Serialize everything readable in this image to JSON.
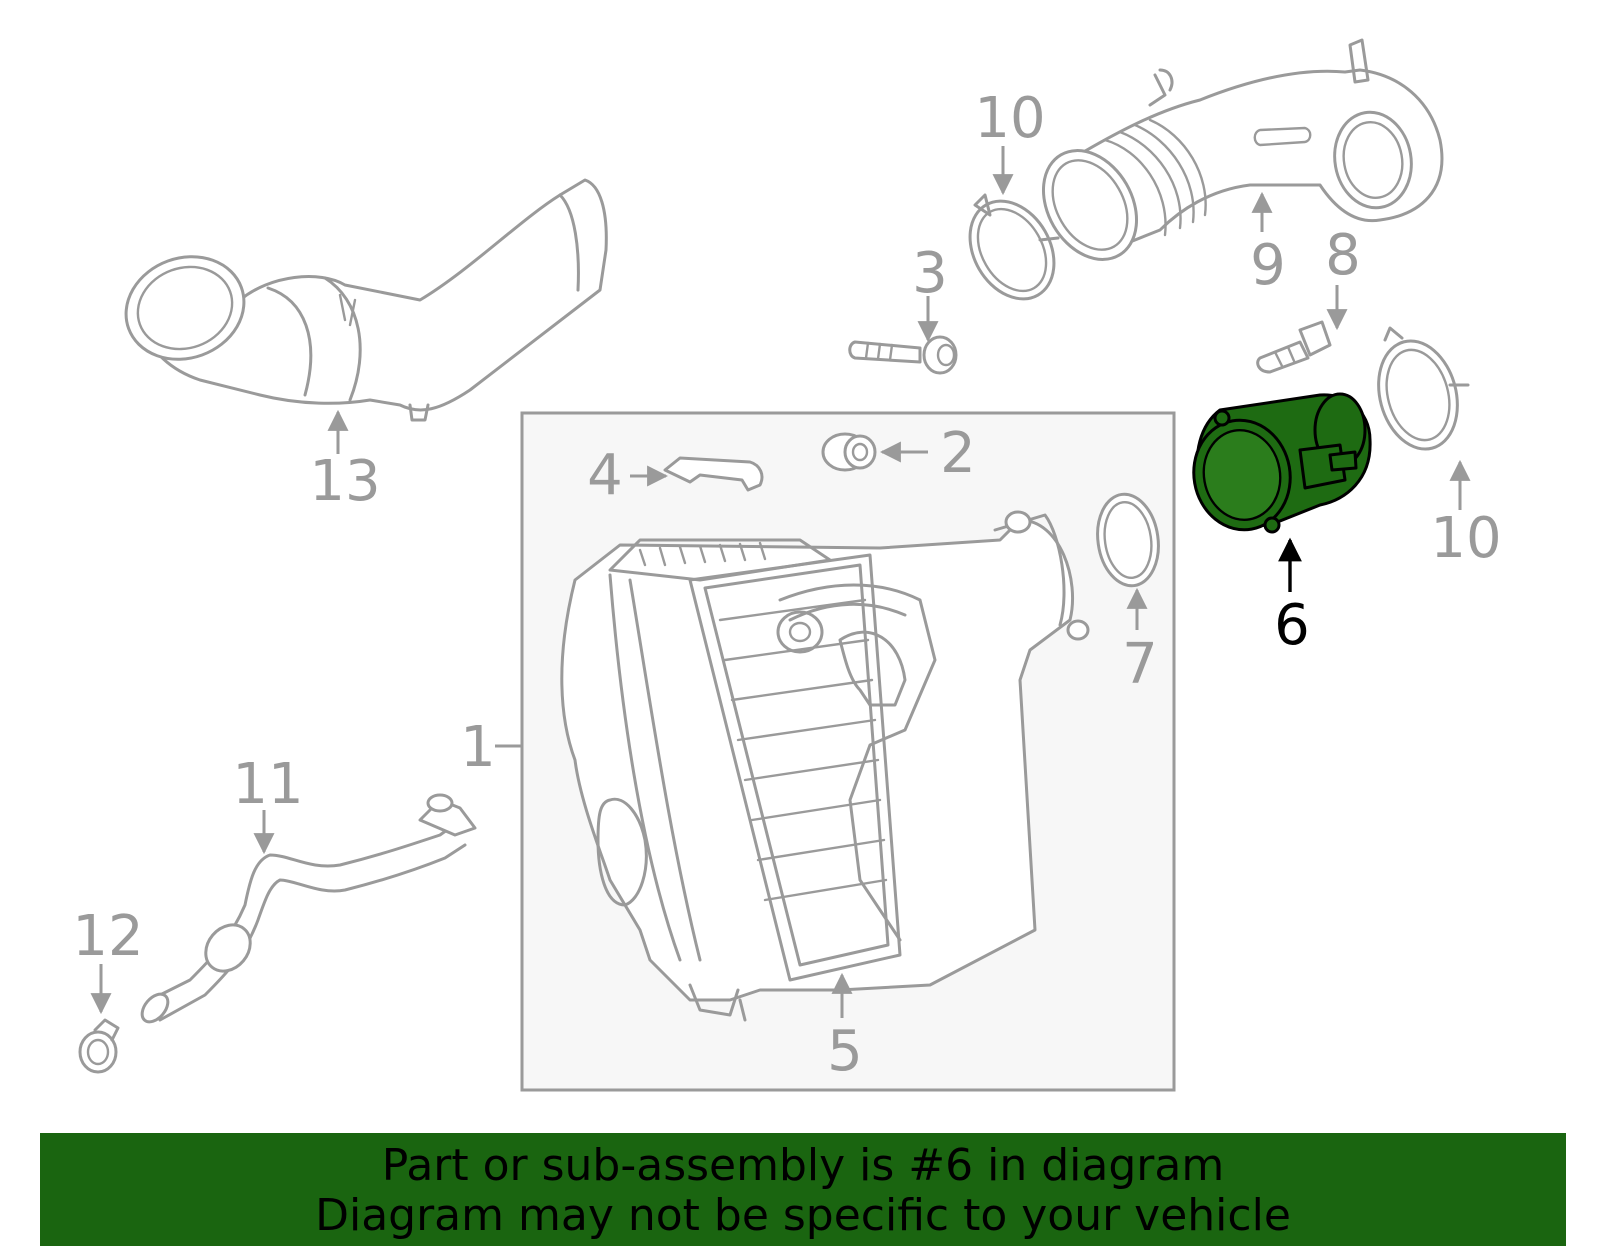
{
  "callouts": {
    "c1": "1",
    "c2": "2",
    "c3": "3",
    "c4": "4",
    "c5": "5",
    "c6": "6",
    "c7": "7",
    "c8": "8",
    "c9": "9",
    "c10a": "10",
    "c10b": "10",
    "c11": "11",
    "c12": "12",
    "c13": "13"
  },
  "highlight": {
    "part_number": "6",
    "fill_color": "#1e6b12",
    "banner_color": "#1a6510"
  },
  "banner": {
    "line1": "Part or sub-assembly is #6 in diagram",
    "line2": "Diagram may not be specific to your vehicle"
  }
}
